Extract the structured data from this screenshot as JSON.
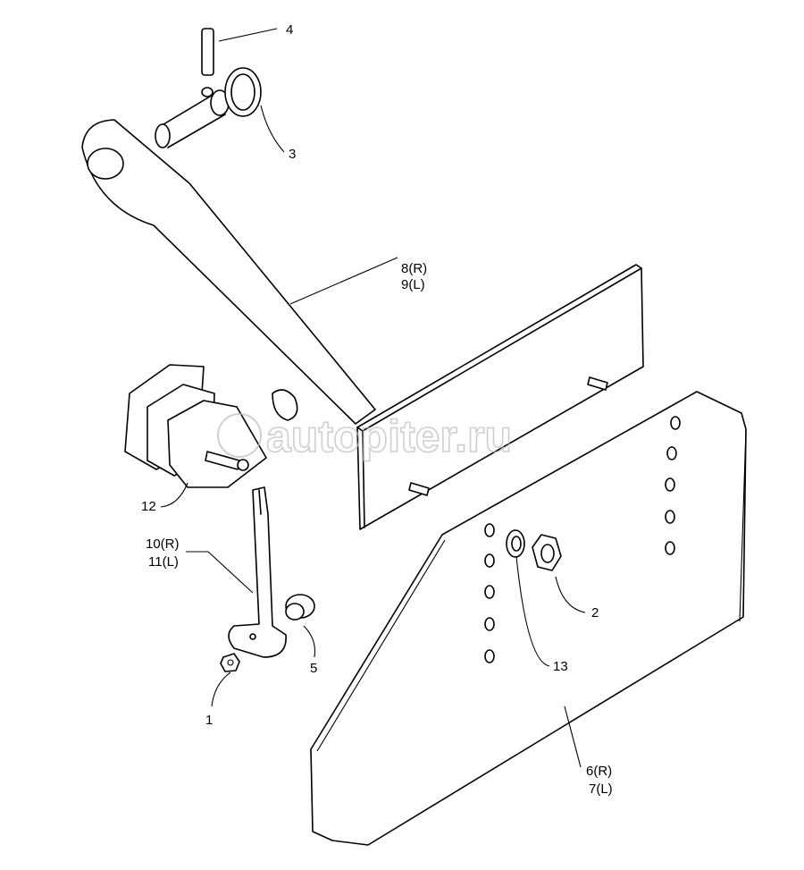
{
  "labels": {
    "p4": "4",
    "p3": "3",
    "p8": "8(R)",
    "p9": "9(L)",
    "p12": "12",
    "p10": "10(R)",
    "p11": "11(L)",
    "p5": "5",
    "p1": "1",
    "p2": "2",
    "p13": "13",
    "p6": "6(R)",
    "p7": "7(L)"
  },
  "watermark": "autopiter.ru"
}
